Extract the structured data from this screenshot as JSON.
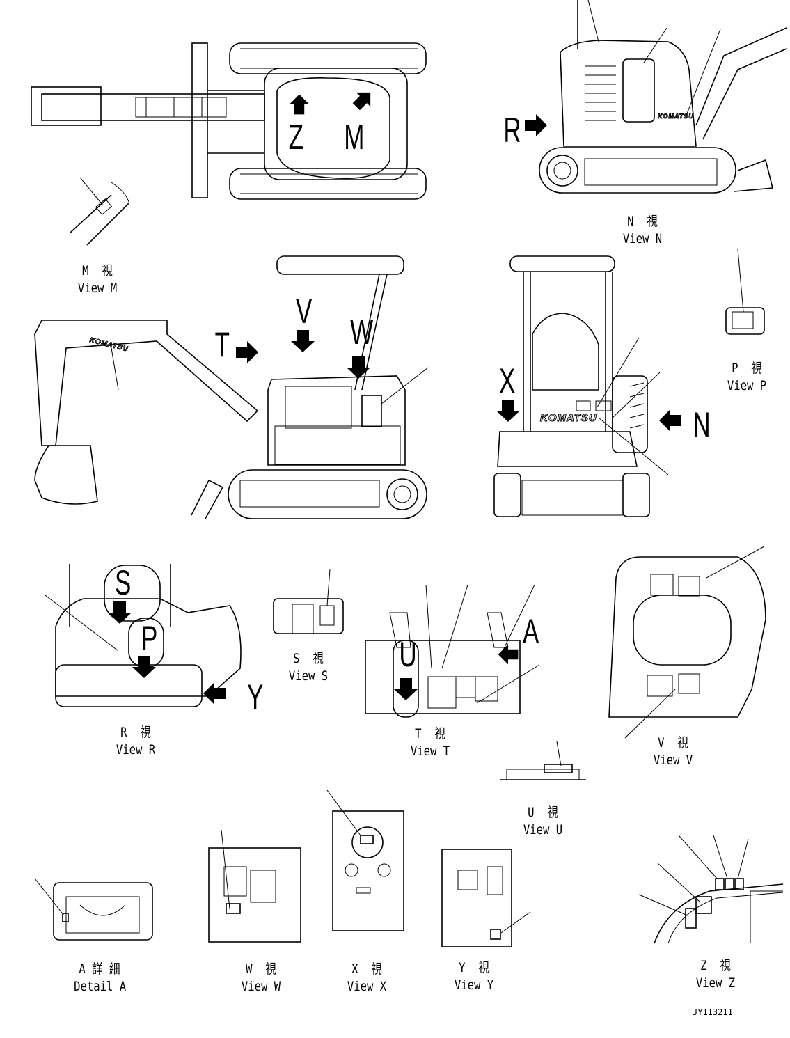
{
  "drawing_id": "JY113211",
  "brand_logo": "KOMATSU",
  "callouts": [
    {
      "id": "z",
      "letter": "Z"
    },
    {
      "id": "m",
      "letter": "M"
    },
    {
      "id": "r",
      "letter": "R"
    },
    {
      "id": "t",
      "letter": "T"
    },
    {
      "id": "v",
      "letter": "V"
    },
    {
      "id": "w",
      "letter": "W"
    },
    {
      "id": "x",
      "letter": "X"
    },
    {
      "id": "n",
      "letter": "N"
    },
    {
      "id": "s",
      "letter": "S"
    },
    {
      "id": "p",
      "letter": "P"
    },
    {
      "id": "y",
      "letter": "Y"
    },
    {
      "id": "u",
      "letter": "U"
    },
    {
      "id": "a",
      "letter": "A"
    }
  ],
  "view_labels": {
    "m": {
      "jp": "M  視",
      "en": "View M"
    },
    "n": {
      "jp": "N  視",
      "en": "View N"
    },
    "p": {
      "jp": "P  視",
      "en": "View P"
    },
    "r": {
      "jp": "R  視",
      "en": "View R"
    },
    "s": {
      "jp": "S  視",
      "en": "View S"
    },
    "t": {
      "jp": "T  視",
      "en": "View T"
    },
    "v": {
      "jp": "V  視",
      "en": "View V"
    },
    "u": {
      "jp": "U  視",
      "en": "View U"
    },
    "a": {
      "jp": "A 詳 細",
      "en": "Detail A"
    },
    "w": {
      "jp": "W  視",
      "en": "View W"
    },
    "x": {
      "jp": "X  視",
      "en": "View X"
    },
    "y": {
      "jp": "Y  視",
      "en": "View Y"
    },
    "z": {
      "jp": "Z  視",
      "en": "View Z"
    }
  }
}
